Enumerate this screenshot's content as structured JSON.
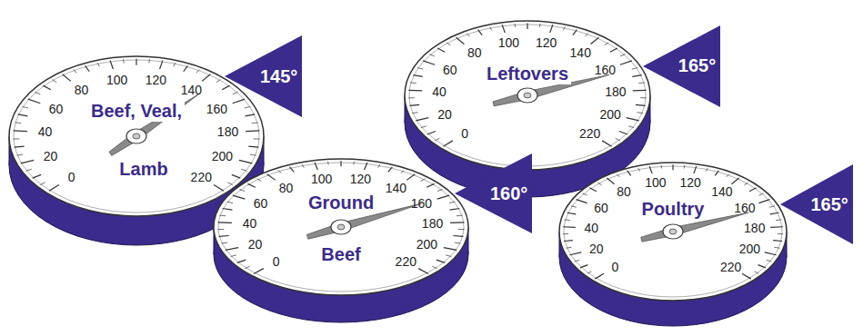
{
  "diagram": {
    "nodes": [
      {
        "text": [
          "Beef, Veal,",
          "Lamb"
        ]
      },
      {
        "text": [
          "145°"
        ]
      },
      {
        "text": [
          "Leftovers"
        ]
      },
      {
        "text": [
          "165°"
        ]
      },
      {
        "text": [
          "Ground",
          "Beef"
        ]
      },
      {
        "text": [
          "160°"
        ]
      },
      {
        "text": [
          "Poultry"
        ]
      },
      {
        "text": [
          "165°"
        ]
      }
    ],
    "labels": [
      "0",
      "20",
      "40",
      "60",
      "80",
      "100",
      "120",
      "140",
      "160",
      "180",
      "200",
      "220",
      "0",
      "20",
      "40",
      "60",
      "80",
      "100",
      "120",
      "140",
      "160",
      "180",
      "200",
      "220",
      "0",
      "20",
      "40",
      "60",
      "80",
      "100",
      "120",
      "140",
      "160",
      "180",
      "200",
      "220",
      "0",
      "20",
      "40",
      "60",
      "80",
      "100",
      "120",
      "140",
      "160",
      "180",
      "200",
      "220"
    ]
  }
}
